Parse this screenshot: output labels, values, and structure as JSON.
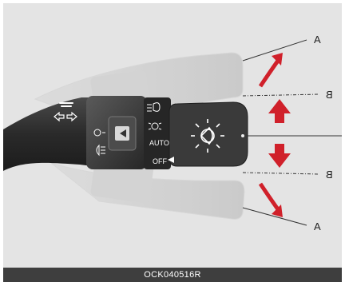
{
  "caption": "OCK040516R",
  "callouts": {
    "a_top": "A",
    "b_top": "B",
    "b_bottom": "B",
    "a_bottom": "A"
  },
  "switch_labels": {
    "auto": "AUTO",
    "off": "OFF"
  },
  "icons": [
    "low-beam-icon",
    "parking-light-icon",
    "headlight-icon",
    "turn-signal-arrows-icon",
    "rear-fog-light-icon",
    "front-fog-light-icon",
    "rotate-up-arrow-icon",
    "up-arrow-icon",
    "down-arrow-icon",
    "rotate-down-arrow-icon"
  ],
  "colors": {
    "arrow_red": "#d0202a",
    "background": "#e4e4e4",
    "caption_bar": "#3e3e3e",
    "stalk_dark": "#2f2f2f"
  }
}
